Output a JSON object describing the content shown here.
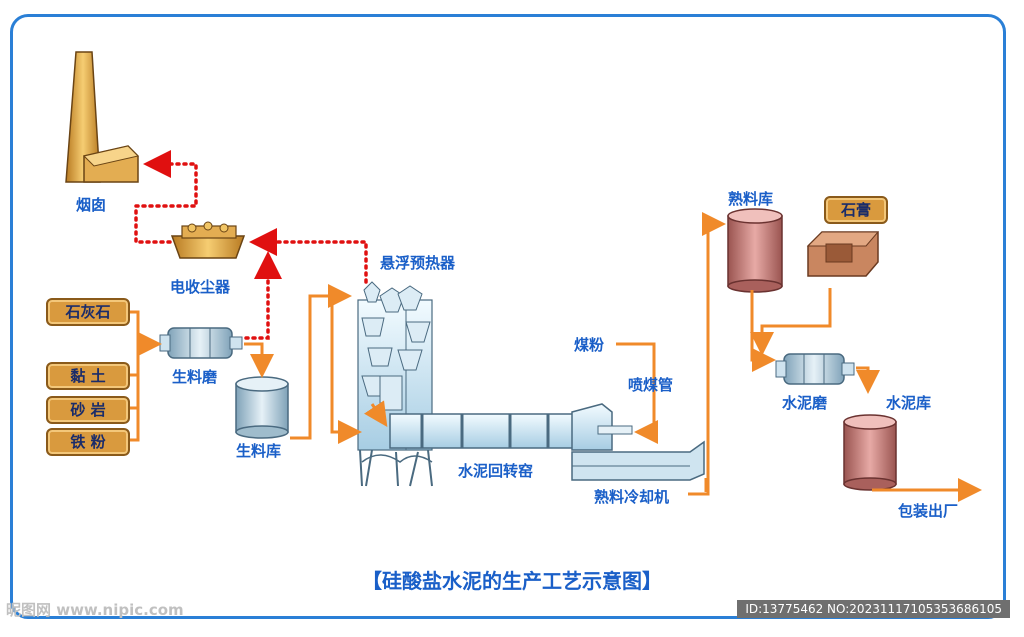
{
  "title": "【硅酸盐水泥的生产工艺示意图】",
  "labels": {
    "chimney": "烟囱",
    "dust_collector": "电收尘器",
    "preheater": "悬浮预热器",
    "raw_mill": "生料磨",
    "raw_silo": "生料库",
    "kiln": "水泥回转窑",
    "coal_powder": "煤粉",
    "coal_pipe": "喷煤管",
    "cooler": "熟料冷却机",
    "clinker_silo": "熟料库",
    "gypsum": "石膏",
    "cement_mill": "水泥磨",
    "cement_silo": "水泥库",
    "packing": "包装出厂"
  },
  "materials": [
    "石灰石",
    "黏 土",
    "砂 岩",
    "铁 粉"
  ],
  "footer": {
    "left": "昵图网 www.nipic.com",
    "right": "ID:13775462 NO:20231117105353686105"
  },
  "colors": {
    "frame": "#2a7fd6",
    "flow_arrow": "#f08a2a",
    "gas_arrow": "#e01010",
    "label": "#1a5fc8"
  }
}
